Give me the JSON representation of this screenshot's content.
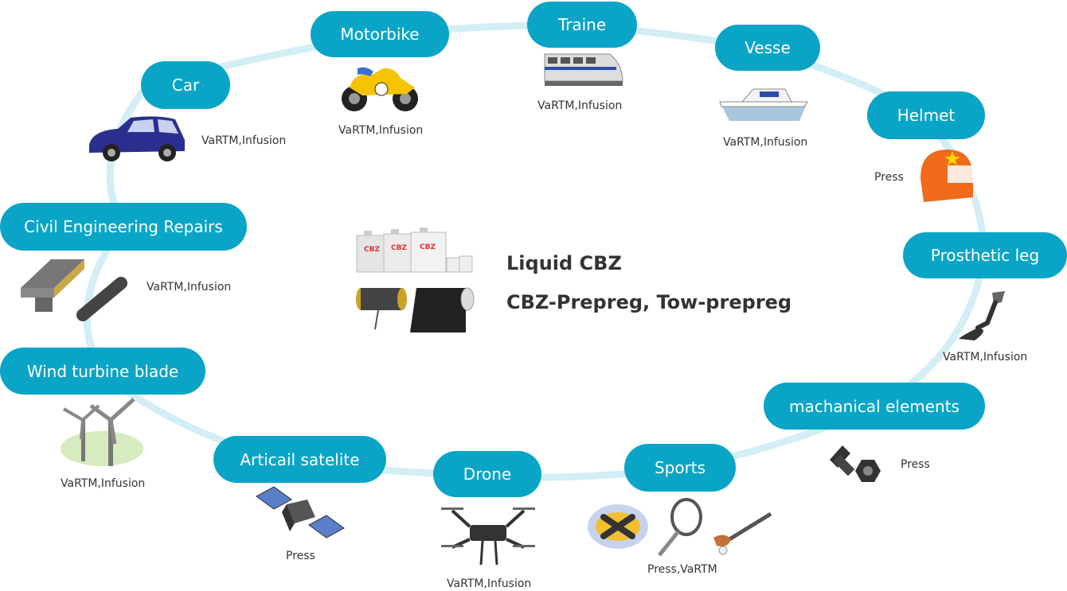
{
  "center": {
    "line1": "Liquid CBZ",
    "line2": "CBZ-Prepreg, Tow-prepreg",
    "can_label": "CBZ"
  },
  "applications": [
    {
      "label": "Car",
      "method": "VaRTM,Infusion",
      "icon": "car-icon"
    },
    {
      "label": "Motorbike",
      "method": "VaRTM,Infusion",
      "icon": "motorbike-icon"
    },
    {
      "label": "Traine",
      "method": "VaRTM,Infusion",
      "icon": "train-icon"
    },
    {
      "label": "Vesse",
      "method": "VaRTM,Infusion",
      "icon": "boat-icon"
    },
    {
      "label": "Helmet",
      "method": "Press",
      "icon": "helmet-icon"
    },
    {
      "label": "Prosthetic leg",
      "method": "VaRTM,Infusion",
      "icon": "prosthetic-leg-icon"
    },
    {
      "label": "machanical elements",
      "method": "Press",
      "icon": "bolt-nut-icon"
    },
    {
      "label": "Sports",
      "method": "Press,VaRTM",
      "icon": "sports-equipment-icon"
    },
    {
      "label": "Drone",
      "method": "VaRTM,Infusion",
      "icon": "drone-icon"
    },
    {
      "label": "Articail satelite",
      "method": "Press",
      "icon": "satellite-icon"
    },
    {
      "label": "Wind turbine blade",
      "method": "VaRTM,Infusion",
      "icon": "wind-turbine-icon"
    },
    {
      "label": "Civil Engineering Repairs",
      "method": "VaRTM,Infusion",
      "icon": "civil-repair-icon"
    }
  ],
  "colors": {
    "pill": "#0aa5c6",
    "ring": "#d3eef5",
    "text": "#333333"
  }
}
